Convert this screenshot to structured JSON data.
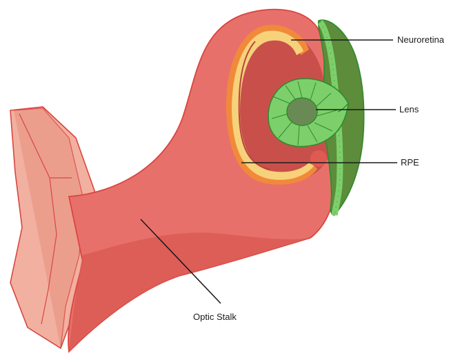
{
  "diagram": {
    "labels": {
      "neuroretina": "Neuroretina",
      "lens": "Lens",
      "rpe": "RPE",
      "optic_stalk": "Optic Stalk"
    },
    "colors": {
      "optic_cup_fill": "#e8706a",
      "optic_cup_dark": "#c9423e",
      "optic_cup_outline": "#d8453f",
      "stalk_base": "#f2b0a0",
      "stalk_base_mid": "#ec9b8a",
      "neuroretina_band": "#f7d27a",
      "neuroretina_outline": "#f08a3a",
      "cup_interior": "#c9504a",
      "surface_ectoderm": "#5d8c3a",
      "surface_ectoderm_outline": "#2f8a2f",
      "lens_cells": "#7ccf6a",
      "lens_center": "#6a8a55"
    }
  }
}
